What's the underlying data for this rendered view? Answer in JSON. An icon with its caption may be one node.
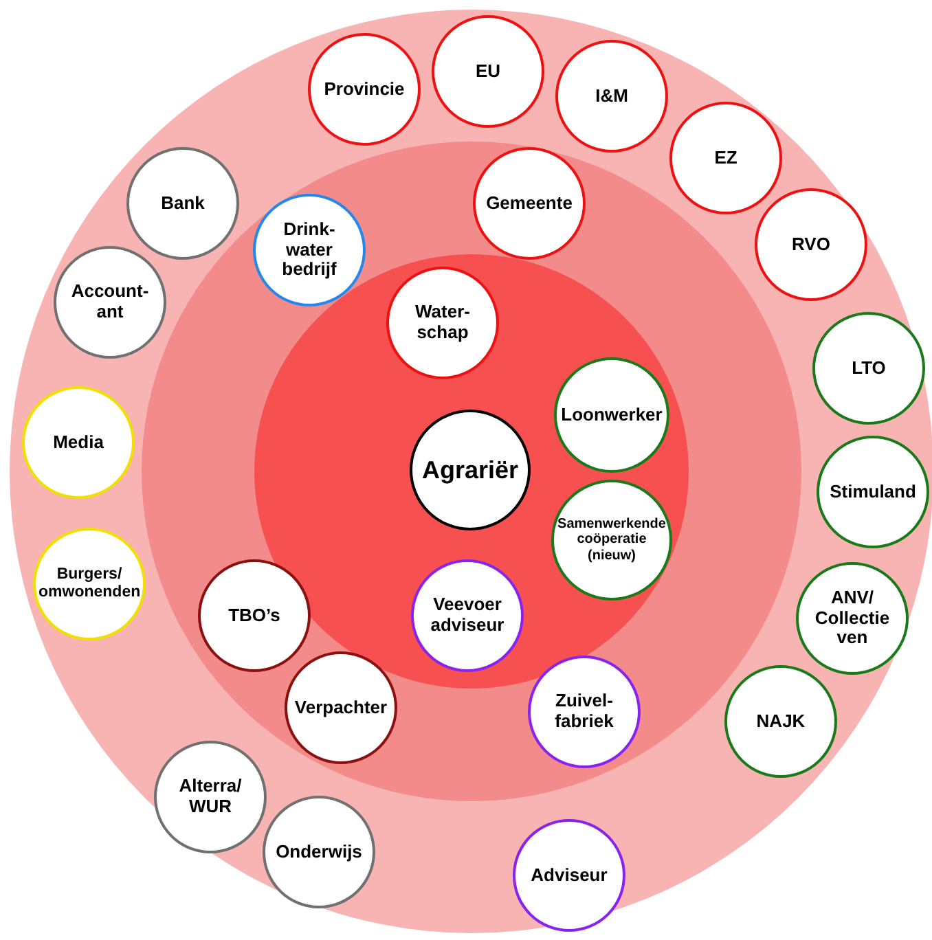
{
  "diagram": {
    "nodes": [
      {
        "text": [],
        "shape": "circle"
      },
      {
        "text": [],
        "shape": "circle",
        "in": 0
      },
      {
        "text": [],
        "shape": "circle",
        "in": 1
      },
      {
        "text": [
          "EU"
        ],
        "in": 0
      },
      {
        "text": [
          "Provincie"
        ],
        "in": 0
      },
      {
        "text": [
          "I&M"
        ],
        "in": 0
      },
      {
        "text": [
          "EZ"
        ],
        "in": 0
      },
      {
        "text": [
          "Bank"
        ],
        "in": 0
      },
      {
        "text": [
          "Gemeente"
        ],
        "in": 1
      },
      {
        "text": [
          "RVO"
        ],
        "in": 0
      },
      {
        "text": [
          "Drink- water bedrijf"
        ],
        "in": 1
      },
      {
        "text": [
          "Account- ant"
        ],
        "in": 0
      },
      {
        "text": [
          "Water- schap"
        ],
        "in": 2
      },
      {
        "text": [
          "LTO"
        ],
        "in": 0
      },
      {
        "text": [
          "Loonwerker"
        ],
        "in": 2
      },
      {
        "text": [
          "Media"
        ],
        "in": 0
      },
      {
        "text": [
          "Agrariër"
        ],
        "in": 2
      },
      {
        "text": [
          "Stimuland"
        ],
        "in": 0
      },
      {
        "text": [
          "Samenwerkende coöperatie (nieuw)"
        ],
        "in": 2
      },
      {
        "text": [
          "Burgers/ omwonenden"
        ],
        "in": 0
      },
      {
        "text": [
          "TBO’s"
        ],
        "in": 1
      },
      {
        "text": [
          "Veevoer adviseur"
        ],
        "in": 2
      },
      {
        "text": [
          "ANV/ Collectie ven"
        ],
        "in": 0
      },
      {
        "text": [
          "Verpachter"
        ],
        "in": 1
      },
      {
        "text": [
          "Zuivel- fabriek"
        ],
        "in": 1
      },
      {
        "text": [
          "NAJK"
        ],
        "in": 0
      },
      {
        "text": [
          "Alterra/ WUR"
        ],
        "in": 0
      },
      {
        "text": [
          "Onderwijs"
        ],
        "in": 0
      },
      {
        "text": [
          "Adviseur"
        ],
        "in": 0
      }
    ]
  }
}
